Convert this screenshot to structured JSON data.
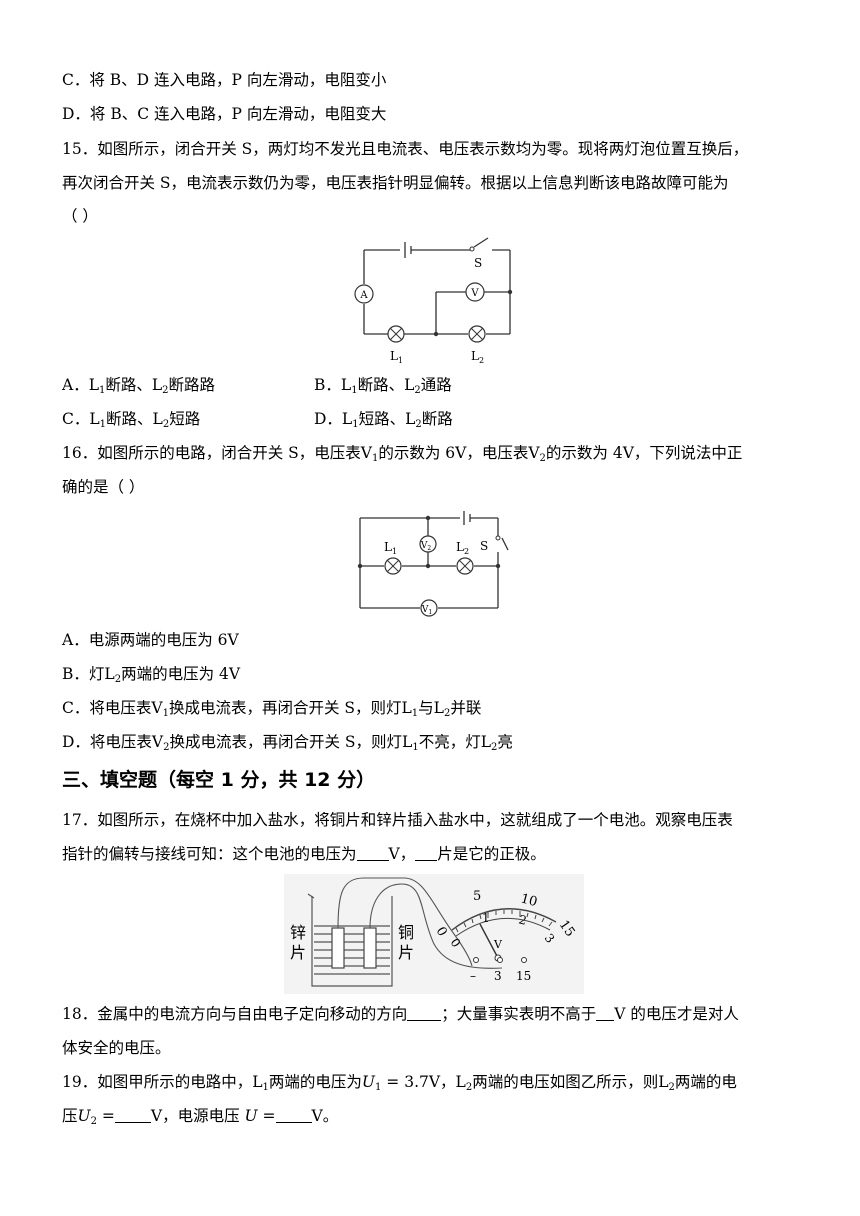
{
  "q14": {
    "optC": "C．将 B、D 连入电路，P 向左滑动，电阻变小",
    "optD": "D．将 B、C 连入电路，P 向左滑动，电阻变大"
  },
  "q15": {
    "stem1": "15．如图所示，闭合开关 S，两灯均不发光且电流表、电压表示数均为零。现将两灯泡位置互换后，",
    "stem2": "再次闭合开关 S，电流表示数仍为零，电压表指针明显偏转。根据以上信息判断该电路故障可能为",
    "stem3": "（    ）",
    "fig": {
      "switch": "S",
      "ammeter": "A",
      "voltmeter": "V",
      "lamp1": "L",
      "lamp1_sub": "1",
      "lamp2": "L",
      "lamp2_sub": "2"
    },
    "opts": {
      "A_pre": "A．L",
      "A_mid": "断路、L",
      "A_post": "断路路",
      "B_pre": "B．L",
      "B_mid": "断路、L",
      "B_post": "通路",
      "C_pre": "C．L",
      "C_mid": "断路、L",
      "C_post": "短路",
      "D_pre": "D．L",
      "D_mid": "短路、L",
      "D_post": "断路"
    }
  },
  "q16": {
    "stem1_a": "16．如图所示的电路，闭合开关 S，电压表V",
    "stem1_b": "的示数为 6V，电压表V",
    "stem1_c": "的示数为 4V，下列说法中正",
    "stem2": "确的是（    ）",
    "fig": {
      "lamp1": "L",
      "lamp1_sub": "1",
      "lamp2": "L",
      "lamp2_sub": "2",
      "switch": "S",
      "v1": "V",
      "v1_sub": "1",
      "v2": "V",
      "v2_sub": "2"
    },
    "optA": "A．电源两端的电压为 6V",
    "optB_a": "B．灯L",
    "optB_b": "两端的电压为 4V",
    "optC_a": "C．将电压表V",
    "optC_b": "换成电流表，再闭合开关 S，则灯L",
    "optC_c": "与L",
    "optC_d": "并联",
    "optD_a": "D．将电压表V",
    "optD_b": "换成电流表，再闭合开关 S，则灯L",
    "optD_c": "不亮，灯L",
    "optD_d": "亮"
  },
  "section3": {
    "title": "三、填空题（每空 1 分，共 12 分）"
  },
  "q17": {
    "stem1": "17．如图所示，在烧杯中加入盐水，将铜片和锌片插入盐水中，这就组成了一个电池。观察电压表",
    "stem2_a": "指针的偏转与接线可知：这个电池的电压为",
    "stem2_b": "V，",
    "stem2_c": "片是它的正极。",
    "fig": {
      "zinc1": "锌",
      "zinc2": "片",
      "copper1": "铜",
      "copper2": "片",
      "top_scale": [
        "0",
        "5",
        "10",
        "15"
      ],
      "bottom_scale": [
        "0",
        "1",
        "2",
        "3"
      ],
      "unit": "V",
      "terminals": [
        "–",
        "3",
        "15"
      ]
    }
  },
  "q18": {
    "text_a": "18．金属中的电流方向与自由电子定向移动的方向",
    "text_b": "；大量事实表明不高于",
    "text_c": "V 的电压才是对人",
    "text2": "体安全的电压。"
  },
  "q19": {
    "a": "19．如图甲所示的电路中，L",
    "b": "两端的电压为",
    "u1": "U",
    "u1_val": " = 3.7V，L",
    "c": "两端的电压如图乙所示，则L",
    "d": "两端的电",
    "line2_a": "压",
    "u2": "U",
    "line2_b": " =",
    "line2_c": "V，电源电压 ",
    "u": "U",
    "line2_d": " =",
    "line2_e": "V。"
  },
  "subs": {
    "one": "1",
    "two": "2"
  }
}
